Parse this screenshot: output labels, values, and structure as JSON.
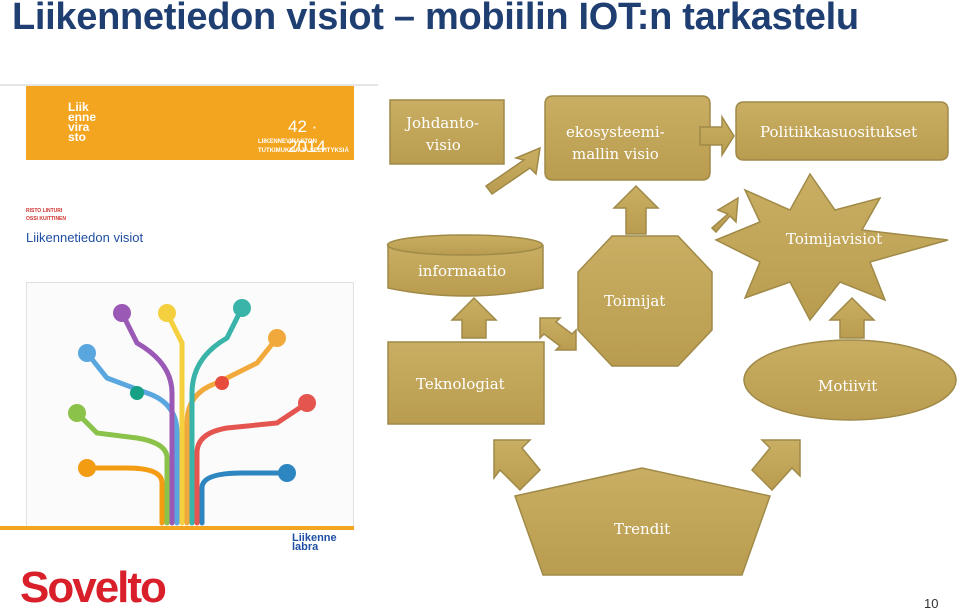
{
  "slide": {
    "title": "Liikennetiedon visiot – mobiilin IOT:n tarkastelu",
    "page_number": "10",
    "footer_logo": "Sovelto"
  },
  "cover": {
    "logo_lines": [
      "Liik",
      "enne",
      "vira",
      "sto"
    ],
    "issue": "42 · 2014",
    "series_line1": "LIIKENNEVIRASTON",
    "series_line2": "TUTKIMUKSIA JA SELVITYKSIÄ",
    "author1": "RISTO LINTURI",
    "author2": "OSSI KUITTINEN",
    "report_title": "Liikennetiedon visiot",
    "partner_logo_line1": "Liikenne",
    "partner_logo_line2": "labra"
  },
  "diagram": {
    "johdanto_line1": "Johdanto-",
    "johdanto_line2": "visio",
    "ekosysteemi_line1": "ekosysteemi-",
    "ekosysteemi_line2": "mallin visio",
    "politiikka": "Politiikkasuositukset",
    "informaatio": "informaatio",
    "toimijat": "Toimijat",
    "toimijavisiot": "Toimijavisiot",
    "teknologiat": "Teknologiat",
    "motiivit": "Motiivit",
    "trendit": "Trendit"
  },
  "colors": {
    "shape_fill": "#c5aa5f",
    "shape_stroke": "#a08a48",
    "title_color": "#1f3f72",
    "accent_orange": "#f3a51f",
    "sovelto_red": "#d81f2a"
  }
}
